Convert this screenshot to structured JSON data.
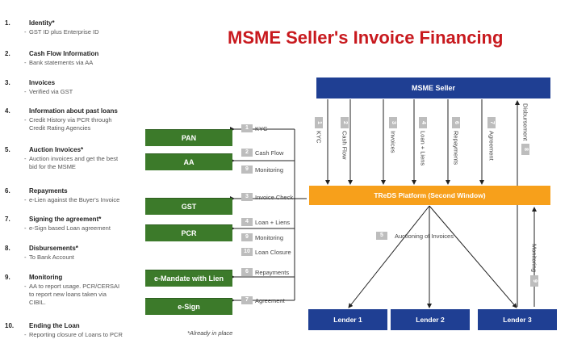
{
  "title": "MSME Seller's Invoice Financing",
  "steps": [
    {
      "num": "1.",
      "head": "Identity*",
      "desc": [
        "GST ID plus Enterprise ID"
      ]
    },
    {
      "num": "2.",
      "head": "Cash Flow Information",
      "desc": [
        "Bank statements via AA"
      ]
    },
    {
      "num": "3.",
      "head": "Invoices",
      "desc": [
        "Verified via GST"
      ]
    },
    {
      "num": "4.",
      "head": "Information about past loans",
      "desc": [
        "Credit History via PCR through",
        "Credit Rating Agencies"
      ]
    },
    {
      "num": "5.",
      "head": "Auction Invoices*",
      "desc": [
        "Auction invoices and get the best",
        "bid for the MSME"
      ]
    },
    {
      "num": "6.",
      "head": "Repayments",
      "desc": [
        "e-Lien against the Buyer's Invoice"
      ]
    },
    {
      "num": "7.",
      "head": "Signing the agreement*",
      "desc": [
        "e-Sign based Loan agreement"
      ]
    },
    {
      "num": "8.",
      "head": "Disbursements*",
      "desc": [
        "To Bank Account"
      ]
    },
    {
      "num": "9.",
      "head": "Monitoring",
      "desc": [
        "AA to report usage. PCR/CERSAI",
        "to report new loans taken via",
        "CIBIL."
      ]
    },
    {
      "num": "10.",
      "head": "Ending the Loan",
      "desc": [
        "Reporting closure of Loans to PCR"
      ]
    }
  ],
  "green_boxes": [
    "PAN",
    "AA",
    "GST",
    "PCR",
    "e-Mandate with Lien",
    "e-Sign"
  ],
  "left_tags": [
    {
      "n": "1",
      "label": "KYC"
    },
    {
      "n": "2",
      "label": "Cash Flow"
    },
    {
      "n": "9",
      "label": "Monitoring"
    },
    {
      "n": "3",
      "label": "Invoice Check"
    },
    {
      "n": "4",
      "label": "Loan + Liens"
    },
    {
      "n": "9",
      "label": "Monitoring"
    },
    {
      "n": "10",
      "label": "Loan Closure"
    },
    {
      "n": "6",
      "label": "Repayments"
    },
    {
      "n": "7",
      "label": "Agreement"
    }
  ],
  "vertical_tags": [
    {
      "n": "1",
      "label": "KYC"
    },
    {
      "n": "2",
      "label": "Cash Flow"
    },
    {
      "n": "3",
      "label": "Invoices"
    },
    {
      "n": "4",
      "label": "Loan + Liens"
    },
    {
      "n": "6",
      "label": "Repayments"
    },
    {
      "n": "7",
      "label": "Agreement"
    },
    {
      "n": "8",
      "label": "Disbursement"
    },
    {
      "n": "9",
      "label": "Monitoring"
    }
  ],
  "auction_tag": {
    "n": "5",
    "label": "Auctioning of Invoices"
  },
  "seller": "MSME Seller",
  "treds": "TReDS Platform (Second Window)",
  "lenders": [
    "Lender 1",
    "Lender 2",
    "Lender 3"
  ],
  "note": "*Already in place"
}
